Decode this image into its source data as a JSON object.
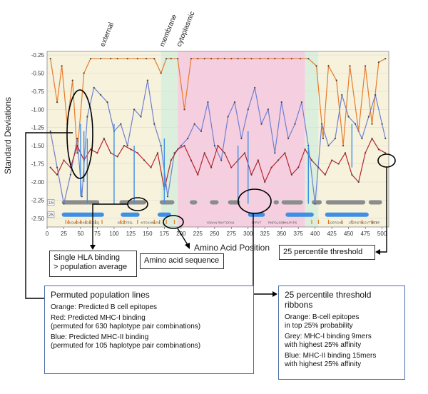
{
  "chart_data": {
    "type": "line",
    "ylabel": "Standard Deviations",
    "xlabel": "Amino Acid Position",
    "xlim": [
      0,
      510
    ],
    "ylim": [
      -2.62,
      -0.2
    ],
    "x_ticks": [
      "0",
      "25",
      "50",
      "75",
      "100",
      "125",
      "150",
      "175",
      "200",
      "225",
      "250",
      "275",
      "300",
      "325",
      "350",
      "375",
      "400",
      "425",
      "450",
      "475",
      "500"
    ],
    "y_ticks": [
      "-0.25",
      "-0.50",
      "-0.75",
      "-1.00",
      "-1.25",
      "-1.50",
      "-1.75",
      "-2.00",
      "-2.25",
      "-2.50"
    ],
    "regions": [
      {
        "label": "external",
        "start": 0,
        "end": 170,
        "color": "#f7f2dc"
      },
      {
        "label": "membrane",
        "start": 170,
        "end": 195,
        "color": "#dcefdc"
      },
      {
        "label": "cytoplasmic",
        "start": 195,
        "end": 385,
        "color": "#f5cfe0"
      },
      {
        "label": "",
        "start": 385,
        "end": 405,
        "color": "#dcefdc"
      },
      {
        "label": "",
        "start": 405,
        "end": 510,
        "color": "#f7f2dc"
      }
    ],
    "series": [
      {
        "color": "#e87a2a",
        "x": [
          5,
          15,
          22,
          30,
          38,
          45,
          55,
          65,
          80,
          95,
          105,
          120,
          135,
          148,
          160,
          170,
          178,
          185,
          195,
          205,
          215,
          225,
          235,
          245,
          255,
          265,
          275,
          285,
          295,
          305,
          318,
          330,
          340,
          352,
          365,
          378,
          390,
          402,
          412,
          420,
          432,
          442,
          452,
          465,
          475,
          485,
          495,
          505
        ],
        "y": [
          -0.3,
          -0.9,
          -0.4,
          -1.2,
          -0.6,
          -1.6,
          -0.5,
          -0.3,
          -0.3,
          -0.3,
          -0.3,
          -0.3,
          -0.3,
          -0.3,
          -0.3,
          -0.5,
          -0.3,
          -0.3,
          -0.3,
          -1.0,
          -0.3,
          -0.3,
          -0.3,
          -0.3,
          -0.3,
          -0.3,
          -0.3,
          -0.3,
          -0.3,
          -0.3,
          -0.3,
          -0.3,
          -0.3,
          -0.3,
          -0.3,
          -0.3,
          -0.3,
          -0.4,
          -1.4,
          -0.4,
          -0.6,
          -1.5,
          -0.4,
          -1.3,
          -0.4,
          -1.2,
          -0.35,
          -0.3
        ]
      },
      {
        "color": "#6f7fd1",
        "x": [
          5,
          15,
          25,
          35,
          45,
          52,
          60,
          70,
          80,
          90,
          100,
          110,
          120,
          130,
          140,
          150,
          160,
          170,
          180,
          190,
          200,
          210,
          220,
          230,
          240,
          250,
          260,
          270,
          280,
          290,
          300,
          310,
          320,
          330,
          340,
          350,
          360,
          370,
          380,
          390,
          400,
          410,
          420,
          430,
          440,
          450,
          460,
          470,
          480,
          490,
          500,
          505
        ],
        "y": [
          -1.3,
          -1.8,
          -2.3,
          -1.9,
          -1.4,
          -2.2,
          -1.1,
          -0.7,
          -0.8,
          -0.9,
          -1.3,
          -1.2,
          -1.5,
          -1.0,
          -1.1,
          -0.6,
          -1.2,
          -1.5,
          -2.2,
          -1.6,
          -1.5,
          -1.4,
          -1.2,
          -1.3,
          -0.9,
          -1.5,
          -1.7,
          -1.1,
          -0.9,
          -1.4,
          -1.0,
          -0.7,
          -1.2,
          -1.0,
          -1.6,
          -0.9,
          -1.4,
          -1.2,
          -0.9,
          -1.5,
          -2.3,
          -1.2,
          -1.5,
          -1.4,
          -0.8,
          -1.1,
          -1.2,
          -1.4,
          -1.1,
          -0.8,
          -1.2,
          -1.4
        ]
      },
      {
        "color": "#b8232c",
        "x": [
          5,
          15,
          25,
          35,
          45,
          55,
          65,
          75,
          85,
          95,
          105,
          115,
          125,
          135,
          145,
          155,
          165,
          175,
          185,
          195,
          205,
          215,
          225,
          235,
          245,
          255,
          265,
          275,
          285,
          295,
          305,
          315,
          325,
          335,
          345,
          355,
          365,
          375,
          385,
          395,
          405,
          415,
          425,
          435,
          445,
          455,
          465,
          475,
          485,
          495,
          505
        ],
        "y": [
          -1.8,
          -1.9,
          -1.7,
          -1.8,
          -1.5,
          -1.7,
          -1.55,
          -1.6,
          -1.4,
          -1.6,
          -1.65,
          -1.5,
          -1.55,
          -1.6,
          -1.7,
          -1.8,
          -1.6,
          -2.1,
          -1.7,
          -1.55,
          -1.5,
          -1.7,
          -1.9,
          -1.6,
          -1.8,
          -1.5,
          -1.6,
          -1.8,
          -1.7,
          -1.6,
          -1.9,
          -1.7,
          -2.0,
          -1.8,
          -1.7,
          -1.6,
          -1.9,
          -1.8,
          -1.55,
          -1.7,
          -1.8,
          -1.9,
          -1.7,
          -1.75,
          -1.6,
          -1.9,
          -2.0,
          -1.6,
          -1.4,
          -1.55,
          -1.6
        ]
      }
    ],
    "ribbons": [
      {
        "color": "#8c8c8c",
        "y": -2.28,
        "segments": [
          [
            22,
            78
          ],
          [
            108,
            148
          ],
          [
            168,
            190
          ],
          [
            213,
            224
          ],
          [
            243,
            256
          ],
          [
            270,
            288
          ],
          [
            338,
            346
          ],
          [
            350,
            382
          ],
          [
            395,
            410
          ],
          [
            416,
            475
          ],
          [
            480,
            500
          ]
        ]
      },
      {
        "color": "#3f8fe6",
        "y": -2.45,
        "segments": [
          [
            22,
            85
          ],
          [
            110,
            138
          ],
          [
            165,
            185
          ],
          [
            300,
            325
          ],
          [
            356,
            398
          ],
          [
            415,
            480
          ]
        ]
      }
    ],
    "ribbon_tags": [
      "15",
      "25"
    ],
    "sequence_fragments": [
      "FKGMGHRKSGSCCKQ",
      "KFGSTESL",
      "MTGKNNLEN",
      "YDNAN",
      "RNYTGPAN",
      "SPRYT",
      "RNPGLSSP",
      "NHLRYPS",
      "LGERGHD",
      "LTGRSFSKGVTTEFEP",
      "YTP"
    ],
    "annotations": {
      "hla": "Single HLA binding\n> population average",
      "seq": "Amino acid sequence",
      "threshold": "25 percentile threshold"
    },
    "permuted_legend": {
      "title": "Permuted population lines",
      "items": [
        "Orange: Predicted B cell epitopes",
        "Red: Predicted MHC-I binding\n(permuted  for 630 haplotype pair combinations)",
        "Blue: Predicted MHC-II binding\n(permuted  for 105 haplotype pair combinations)"
      ]
    },
    "ribbon_legend": {
      "title": "25 percentile threshold ribbons",
      "items": [
        "Orange: B-cell epitopes\nin top 25% probability",
        "Grey: MHC-I binding 9mers\nwith highest 25% affinity",
        "Blue: MHC-II binding 15mers\nwith highest 25% affinity"
      ]
    }
  }
}
